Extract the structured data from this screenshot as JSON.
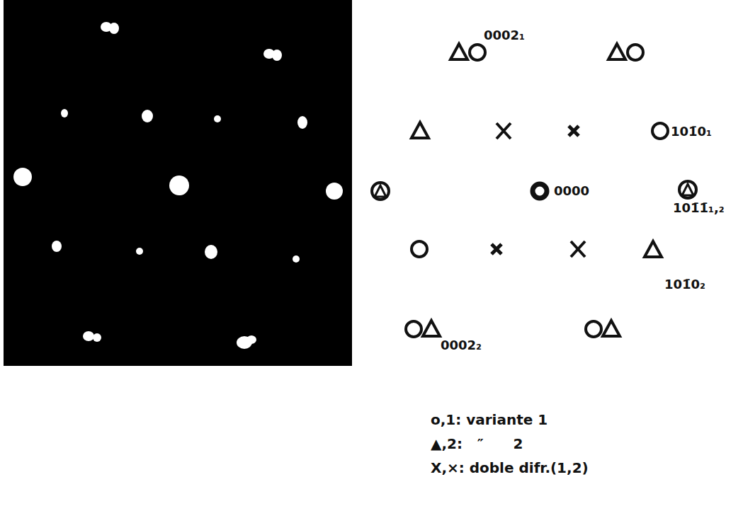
{
  "diagram": {
    "labels": [
      "0002₁",
      "101̄0₁",
      "0000",
      "101̄1̄₁,₂",
      "101̄0₂",
      "0002₂"
    ],
    "legend": [
      {
        "text": "o,1: variante 1"
      },
      {
        "text": "▲,2:   ″      2"
      },
      {
        "text": "X,×: doble difr.(1,2)"
      }
    ]
  }
}
